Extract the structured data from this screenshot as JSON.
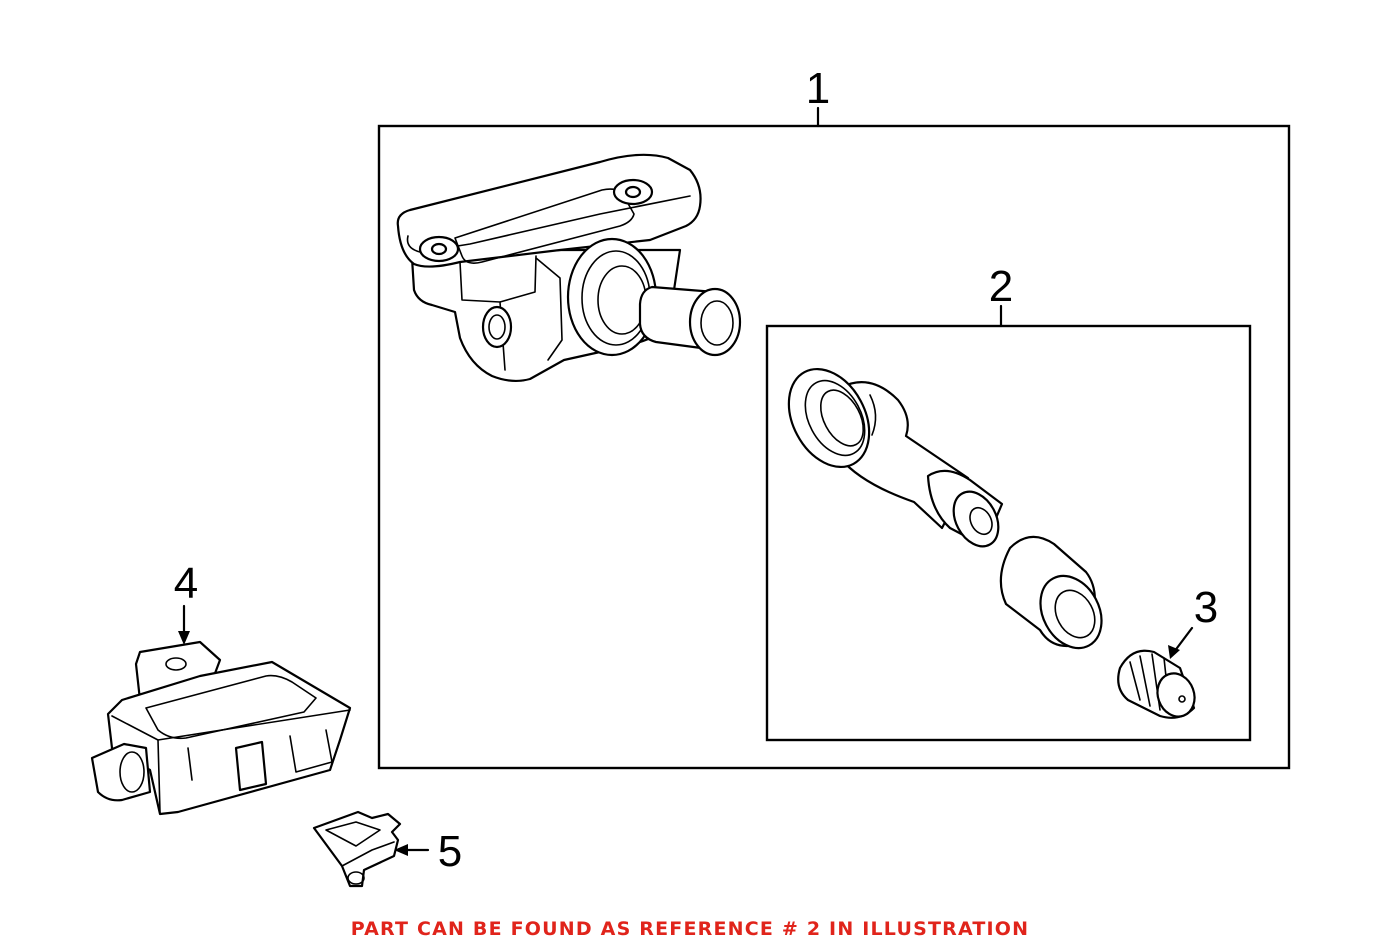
{
  "callouts": {
    "c1": "1",
    "c2": "2",
    "c3": "3",
    "c4": "4",
    "c5": "5"
  },
  "footer": {
    "note": "PART CAN BE FOUND AS REFERENCE # 2 IN ILLUSTRATION",
    "note_color": "#e0241b"
  }
}
